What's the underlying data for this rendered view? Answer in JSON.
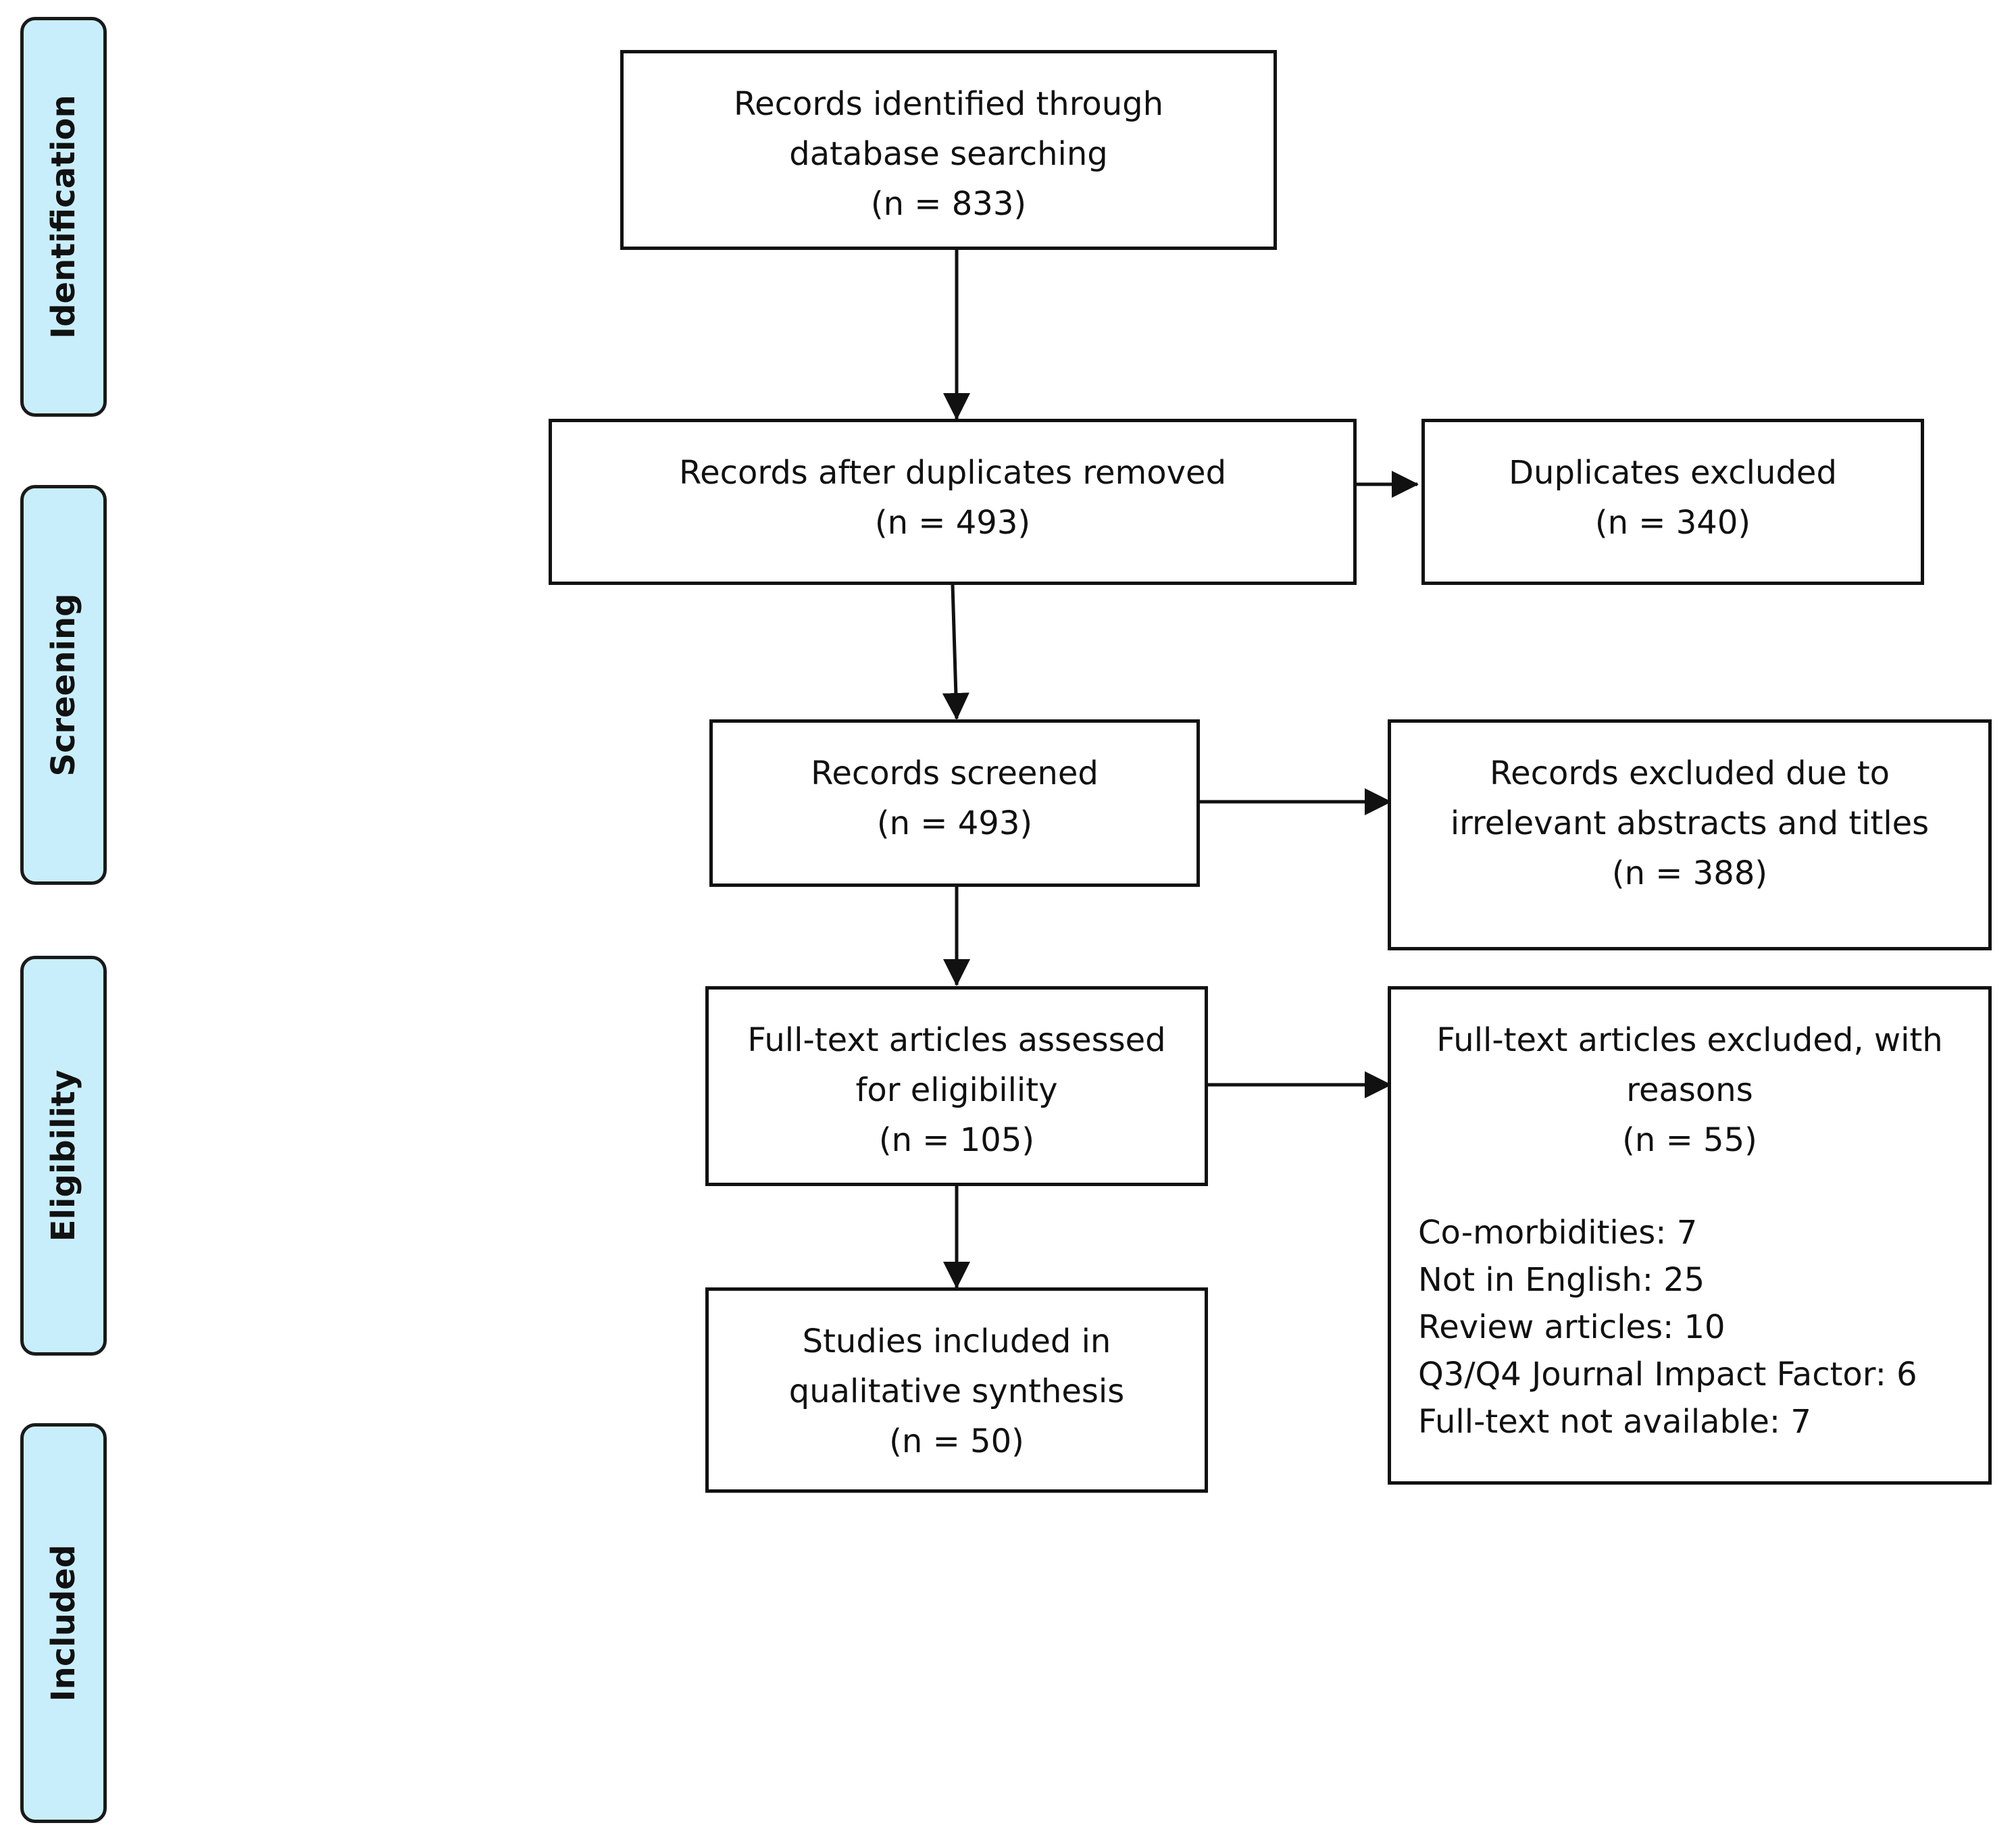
{
  "phases": {
    "identification": "Identification",
    "screening": "Screening",
    "eligibility": "Eligibility",
    "included": "Included"
  },
  "boxes": {
    "identified": {
      "lines": [
        "Records identified through",
        "database searching",
        "(n = 833)"
      ]
    },
    "after_duplicates": {
      "lines": [
        "Records after duplicates removed",
        "(n = 493)"
      ]
    },
    "duplicates_excluded": {
      "lines": [
        "Duplicates excluded",
        "(n = 340)"
      ]
    },
    "screened": {
      "lines": [
        "Records screened",
        "(n = 493)"
      ]
    },
    "screen_excluded": {
      "lines": [
        "Records excluded due to",
        "irrelevant abstracts and titles",
        "(n = 388)"
      ]
    },
    "fulltext_assessed": {
      "lines": [
        "Full-text articles assessed",
        "for eligibility",
        "(n = 105)"
      ]
    },
    "fulltext_excluded": {
      "lines": [
        "Full-text articles excluded, with",
        "reasons",
        "(n = 55)"
      ],
      "reasons": [
        "Co-morbidities: 7",
        "Not in English: 25",
        "Review articles: 10",
        "Q3/Q4 Journal Impact Factor: 6",
        "Full-text not available: 7"
      ]
    },
    "included": {
      "lines": [
        "Studies included in",
        "qualitative synthesis",
        "(n = 50)"
      ]
    }
  },
  "colors": {
    "phase_fill": "#c9eefb",
    "stroke": "#111111"
  }
}
